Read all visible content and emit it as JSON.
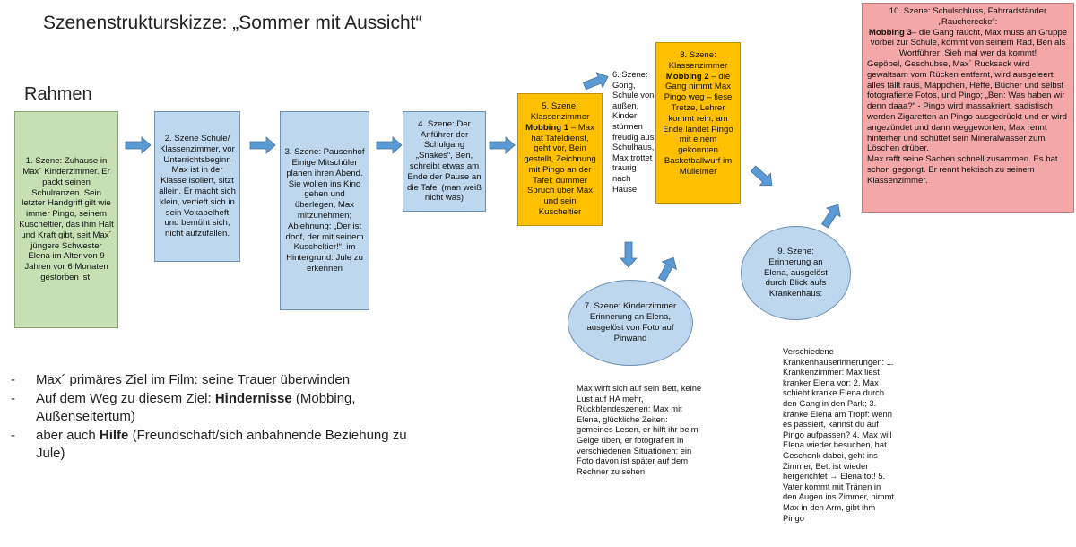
{
  "title": "Szenenstrukturskizze: „Sommer mit Aussicht“",
  "frame_label": "Rahmen",
  "scenes": {
    "s1": {
      "text": "1. Szene: Zuhause in Max´ Kinderzimmer. Er packt seinen Schulranzen. Sein letzter  Handgriff gilt wie immer Pingo, seinem Kuscheltier, das ihm Halt und Kraft gibt, seit Max´ jüngere Schwester Elena im Alter von 9 Jahren vor 6 Monaten gestorben ist:"
    },
    "s2": {
      "text": "2. Szene Schule/ Klassenzimmer, vor Unterrichtsbeginn Max ist in der Klasse isoliert, sitzt allein. Er macht sich klein, vertieft sich in sein Vokabelheft und bemüht sich, nicht aufzufallen."
    },
    "s3": {
      "text": "3. Szene: Pausenhof Einige Mitschüler planen ihren Abend. Sie wollen ins Kino gehen und überlegen, Max mitzunehmen; Ablehnung: „Der ist doof, der mit seinem Kuscheltier!“, im Hintergrund: Jule zu erkennen"
    },
    "s4": {
      "text": "4. Szene:  Der Anführer der Schulgang „Snakes“, Ben, schreibt etwas am Ende der Pause an die Tafel (man weiß nicht was)"
    },
    "s5": {
      "head": "5. Szene: Klassenzimmer",
      "bold": "Mobbing 1",
      "text": " – Max hat Tafeldienst, geht vor, Bein gestellt, Zeichnung mit Pingo an der Tafel: dummer Spruch über Max und sein Kuscheltier"
    },
    "s6": {
      "text": "6. Szene: Gong, Schule von außen, Kinder stürmen freudig aus Schulhaus, Max trottet traurig nach Hause"
    },
    "s7": {
      "text": "7. Szene: Kinderzimmer Erinnerung an Elena, ausgelöst von Foto auf Pinwand",
      "note": "Max wirft sich auf sein Bett, keine Lust auf HA mehr, Rückblendeszenen: Max mit Elena, glückliche Zeiten: gemeines Lesen, er hilft ihr beim Geige üben, er fotografiert in verschiedenen Situationen: ein Foto davon ist später auf dem Rechner zu sehen"
    },
    "s8": {
      "head": "8. Szene: Klassenzimmer",
      "bold": "Mobbing 2",
      "text": " – die Gang nimmt Max Pingo weg – fiese Tretze, Lehrer kommt rein, am Ende landet Pingo mit einem gekonnten Basketballwurf im Mülleimer"
    },
    "s9": {
      "text": "9. Szene: Erinnerung an Elena, ausgelöst durch Blick aufs Krankenhaus:",
      "note_a": "Verschiedene Krankenhauserinnerungen: 1. Krankenzimmer: Max liest kranker Elena vor; 2. Max schiebt kranke Elena durch den Gang in den Park; 3. kranke Elena am Tropf: wenn es passiert, kannst du auf Pingo aufpassen? 4. Max will Elena wieder besuchen, hat Geschenk dabei, geht ins Zimmer, Bett ist  wieder hergerichtet ",
      "note_arrow": "→",
      "note_b": " Elena tot! 5. Vater kommt mit Tränen in den Augen ins Zimmer, nimmt Max in den Arm, gibt ihm Pingo"
    },
    "s10": {
      "head": "10. Szene: Schulschluss, Fahrradständer „Raucherecke“:",
      "bold": "Mobbing 3",
      "text_a": "– die Gang raucht,  Max muss an Gruppe vorbei zur Schule, kommt von seinem Rad, Ben als Wortführer: Sieh mal wer da kommt!",
      "text_b": "Gepöbel, Geschubse, Max´ Rucksack wird gewaltsam vom Rücken entfernt, wird ausgeleert: alles fällt raus, Mäppchen, Hefte, Bücher und selbst fotografierte Fotos, und  Pingo; „Ben: Was haben wir denn daaa?“  - Pingo wird massakriert, sadistisch werden Zigaretten an Pingo ausgedrückt und er wird angezündet und dann weggeworfen; Max rennt hinterher und schüttet sein Mineralwasser zum Löschen drüber.",
      "text_c": "Max rafft seine Sachen schnell zusammen. Es hat schon gegongt. Er rennt hektisch zu seinem Klassenzimmer."
    }
  },
  "bullets": [
    {
      "dash": "-",
      "pre": "Max´ primäres Ziel im Film: seine Trauer überwinden",
      "bold": "",
      "post": ""
    },
    {
      "dash": "-",
      "pre": "Auf dem Weg zu diesem Ziel: ",
      "bold": "Hindernisse",
      "post": " (Mobbing, Außenseitertum)"
    },
    {
      "dash": "-",
      "pre": "aber auch ",
      "bold": "Hilfe",
      "post": " (Freundschaft/sich anbahnende Beziehung zu Jule)"
    }
  ],
  "colors": {
    "green": "#c6e0b3",
    "blue": "#bdd7ee",
    "orange": "#ffc000",
    "red": "#f4a7a7",
    "arrow": "#5b9bd5"
  }
}
